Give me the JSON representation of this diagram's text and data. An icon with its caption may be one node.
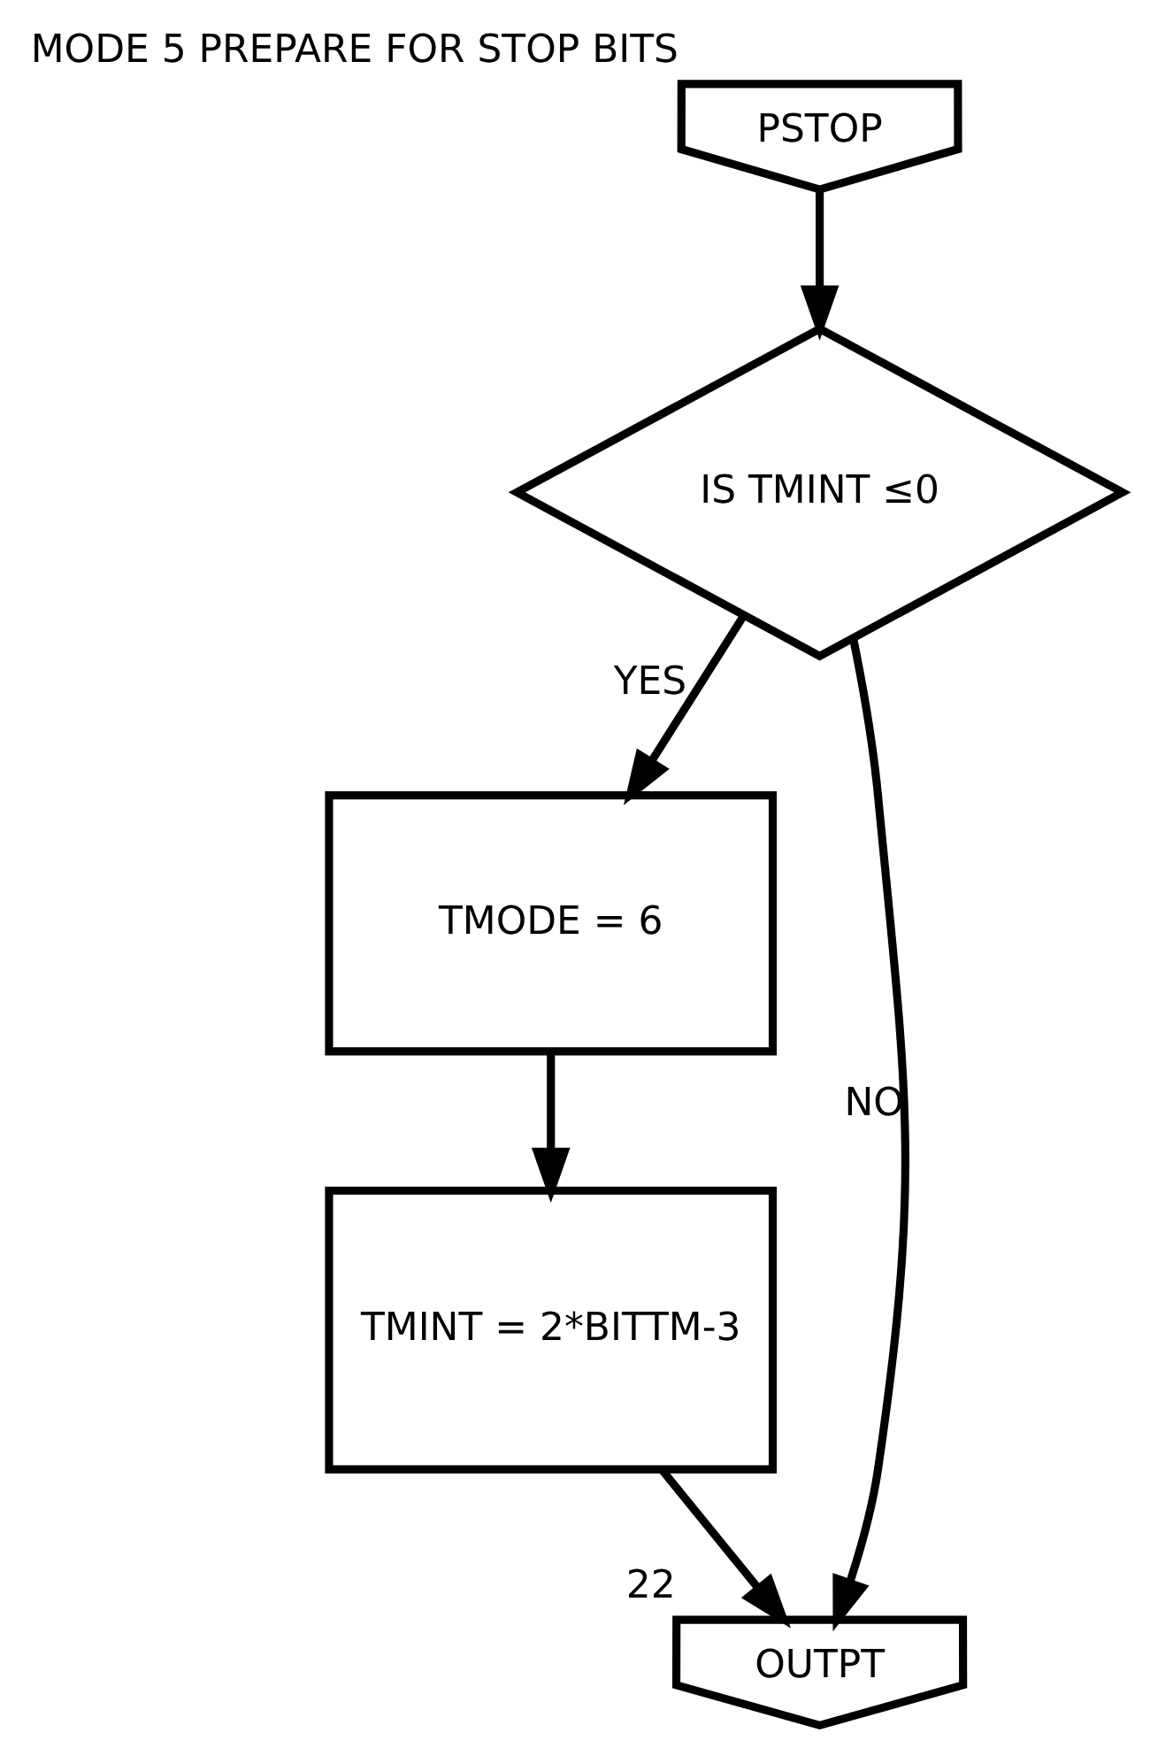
{
  "diagram": {
    "nodes": [
      {
        "text": [
          "PSTOP"
        ],
        "beside": [
          "MODE 5 PREPARE FOR STOP BITS"
        ]
      },
      {
        "text": [
          "IS TMINT ≤0"
        ]
      },
      {
        "text": [
          "TMODE = 6"
        ]
      },
      {
        "text": [
          "TMINT = 2*BITTM-3"
        ]
      },
      {
        "text": [
          "OUTPT"
        ],
        "beside": [
          "22"
        ]
      }
    ],
    "edges": [
      {
        "from": 0,
        "to": 1,
        "arrow": "to"
      },
      {
        "from": 1,
        "to": 2,
        "arrow": "to",
        "label": "YES"
      },
      {
        "from": 2,
        "to": 3,
        "arrow": "to"
      },
      {
        "from": 3,
        "to": 4,
        "arrow": "to"
      },
      {
        "from": 1,
        "to": 4,
        "arrow": "to",
        "label": "NO"
      }
    ]
  }
}
